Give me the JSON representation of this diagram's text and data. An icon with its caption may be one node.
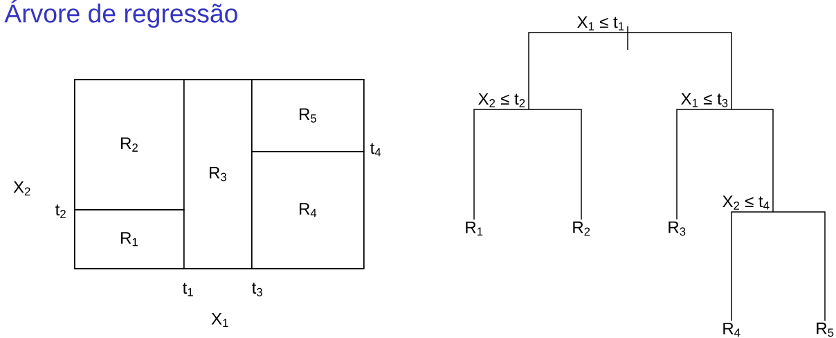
{
  "diagram": {
    "title": "Árvore de regressão",
    "nodes": [
      {
        "text": [],
        "shape": "box"
      },
      {
        "text": [
          "R$_{1}$"
        ],
        "in": 0
      },
      {
        "text": [
          "R$_{2}$"
        ],
        "in": 0
      },
      {
        "text": [
          "R$_{3}$"
        ],
        "in": 0
      },
      {
        "text": [
          "R$_{4}$"
        ],
        "in": 0
      },
      {
        "text": [
          "R$_{5}$"
        ],
        "in": 0
      },
      {
        "text": [
          "X$_{1}$ ≤  t$_{1}$"
        ]
      },
      {
        "text": [
          "X$_{2}$ ≤  t$_{2}$"
        ]
      },
      {
        "text": [
          "X$_{1}$ ≤  t$_{3}$"
        ]
      },
      {
        "text": [
          "R$_{1}$"
        ]
      },
      {
        "text": [
          "R$_{2}$"
        ]
      },
      {
        "text": [
          "R$_{3}$"
        ]
      },
      {
        "text": [
          "X$_{2}$ ≤ t$_{4}$"
        ]
      },
      {
        "text": [
          "R$_{4}$"
        ]
      },
      {
        "text": [
          "R$_{5}$"
        ]
      }
    ],
    "edges": [
      {
        "from": 6,
        "to": 7,
        "arrow": "none"
      },
      {
        "from": 6,
        "to": 8,
        "arrow": "none"
      },
      {
        "from": 7,
        "to": 9,
        "arrow": "none"
      },
      {
        "from": 7,
        "to": 10,
        "arrow": "none"
      },
      {
        "from": 8,
        "to": 11,
        "arrow": "none"
      },
      {
        "from": 8,
        "to": 12,
        "arrow": "none"
      },
      {
        "from": 12,
        "to": 13,
        "arrow": "none"
      },
      {
        "from": 12,
        "to": 14,
        "arrow": "none"
      }
    ],
    "labels": [
      "X$_{2}$",
      "t$_{2}$",
      "t$_{4}$",
      "t$_{1}$",
      "t$_{3}$",
      "X$_{1}$"
    ]
  }
}
